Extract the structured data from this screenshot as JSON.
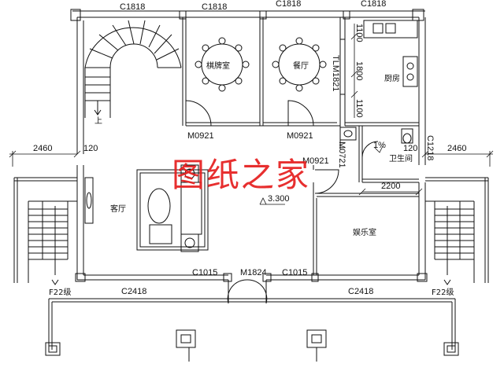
{
  "windows": {
    "top": [
      "C1818",
      "C1818",
      "C1818",
      "C1818"
    ],
    "bottom_left": "C2418",
    "bottom_right": "C2418",
    "front_left": "C1015",
    "front_right": "C1015",
    "right_small": "C1218"
  },
  "doors": {
    "chess_room": "M0921",
    "dining": "M0921",
    "entertainment": "M0921",
    "bathroom": "M0721",
    "entrance": "M1824",
    "sliding": "TLM1821"
  },
  "rooms": {
    "chess": "棋牌室",
    "dining": "餐厅",
    "kitchen": "厨房",
    "living": "客厅",
    "bathroom": "卫生间",
    "entertainment": "娱乐室"
  },
  "dimensions": {
    "left_offset": "2460",
    "right_offset": "2460",
    "wall_left": "120",
    "wall_right": "120",
    "bath_width": "2200",
    "kitchen_upper": "1100",
    "kitchen_mid": "1800",
    "kitchen_lower": "1100",
    "slope": "1%",
    "elevation": "3.300"
  },
  "stairs": {
    "left": "F22级",
    "right": "F22级",
    "up_mark": "上"
  },
  "watermark": "图纸之家"
}
